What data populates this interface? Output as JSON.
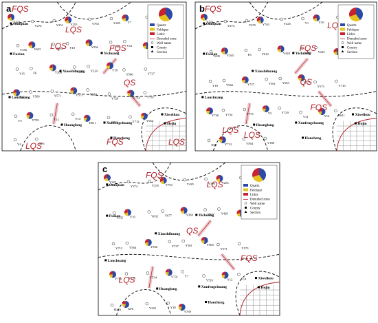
{
  "panels": [
    {
      "letter": "a",
      "zones": [
        "FQS",
        "LQS",
        "FQS",
        "QS",
        "FQS",
        "LQS",
        "FQS",
        "LQS",
        "LQS"
      ],
      "places": [
        "Ganquan",
        "Fuxian",
        "Xiaoshihuang",
        "Louchuang",
        "Huanglong",
        "Yichuang",
        "Xunfengchuang",
        "Hancheng",
        "Xiwelkou",
        "Hejin"
      ],
      "wells": [
        "Y221",
        "Y274",
        "Y251",
        "Y255",
        "Y763",
        "Y425",
        "Y7",
        "Y1",
        "Y256",
        "Y635",
        "Y265",
        "Y10",
        "Y256",
        "Y260",
        "Y12",
        "Y13",
        "Y15",
        "F6",
        "Y266",
        "Y225",
        "Y224",
        "Y18",
        "Y566",
        "Y727",
        "Y561",
        "Y560",
        "Y571",
        "Y573",
        "Y710",
        "Y726",
        "Y734",
        "Y731",
        "Y5",
        "Y729",
        "Y12",
        "Y14",
        "HS11",
        "Y612",
        "Y712",
        "Y564",
        "Y4",
        "XF6"
      ]
    },
    {
      "letter": "b",
      "zones": [
        "FQS",
        "LQS",
        "FQS",
        "QS",
        "FQS",
        "LQS",
        "LQS"
      ],
      "places": [
        "Ganquan",
        "Fuxian",
        "Xiaoshihuang",
        "Louchuang",
        "Huanglong",
        "Yichuang",
        "Xunfengchuang",
        "Hancheng",
        "Xiwelkou",
        "Hejin"
      ],
      "wells": [
        "Y221",
        "Y274",
        "Y255",
        "Y763",
        "Y425",
        "Y1",
        "Y10",
        "Y256",
        "Y635",
        "Y265",
        "F6",
        "Y612",
        "Y428",
        "Y260",
        "Y225",
        "Y224",
        "Y18",
        "Y566",
        "Y727",
        "Y561",
        "Y563",
        "Y571",
        "Y573",
        "Y710",
        "Y726",
        "Y734",
        "Y731",
        "Y5",
        "Y729",
        "Y12",
        "Y14",
        "HS11",
        "XF6",
        "Y712",
        "Y564",
        "Y188"
      ]
    },
    {
      "letter": "c",
      "zones": [
        "FQS",
        "LQS",
        "QS",
        "FQS",
        "LQS"
      ],
      "places": [
        "Ganquan",
        "Fuxian",
        "Xiaoshihuang",
        "Louchuang",
        "Huanglong",
        "Yichuang",
        "Xunfengchuang",
        "Hancheng",
        "Xiwelkou",
        "Hejin"
      ],
      "wells": [
        "Y221",
        "Y274",
        "Y255",
        "Y763",
        "Y425",
        "Y196",
        "Y265",
        "Y256",
        "Y635",
        "Y10",
        "Y632",
        "Y677",
        "Y260",
        "Y612",
        "Y428",
        "F6",
        "Y712",
        "Y564",
        "Y566",
        "Y727",
        "Y561",
        "Y560",
        "Y571",
        "Y573",
        "Y710",
        "Y726",
        "Y734",
        "Y731",
        "Y7",
        "Y729",
        "Y12",
        "Y14",
        "HS11",
        "XF6",
        "Y225",
        "Y18",
        "Y769"
      ]
    }
  ],
  "legend": {
    "items": [
      "Quartz",
      "Feldspar",
      "Lithic",
      "Denuded zone",
      "Well name",
      "County",
      "Section"
    ],
    "colors": {
      "quartz": "#2b4aa8",
      "feldspar": "#e8c21c",
      "lithic": "#c8232c",
      "boundary": "#b3202a"
    }
  }
}
